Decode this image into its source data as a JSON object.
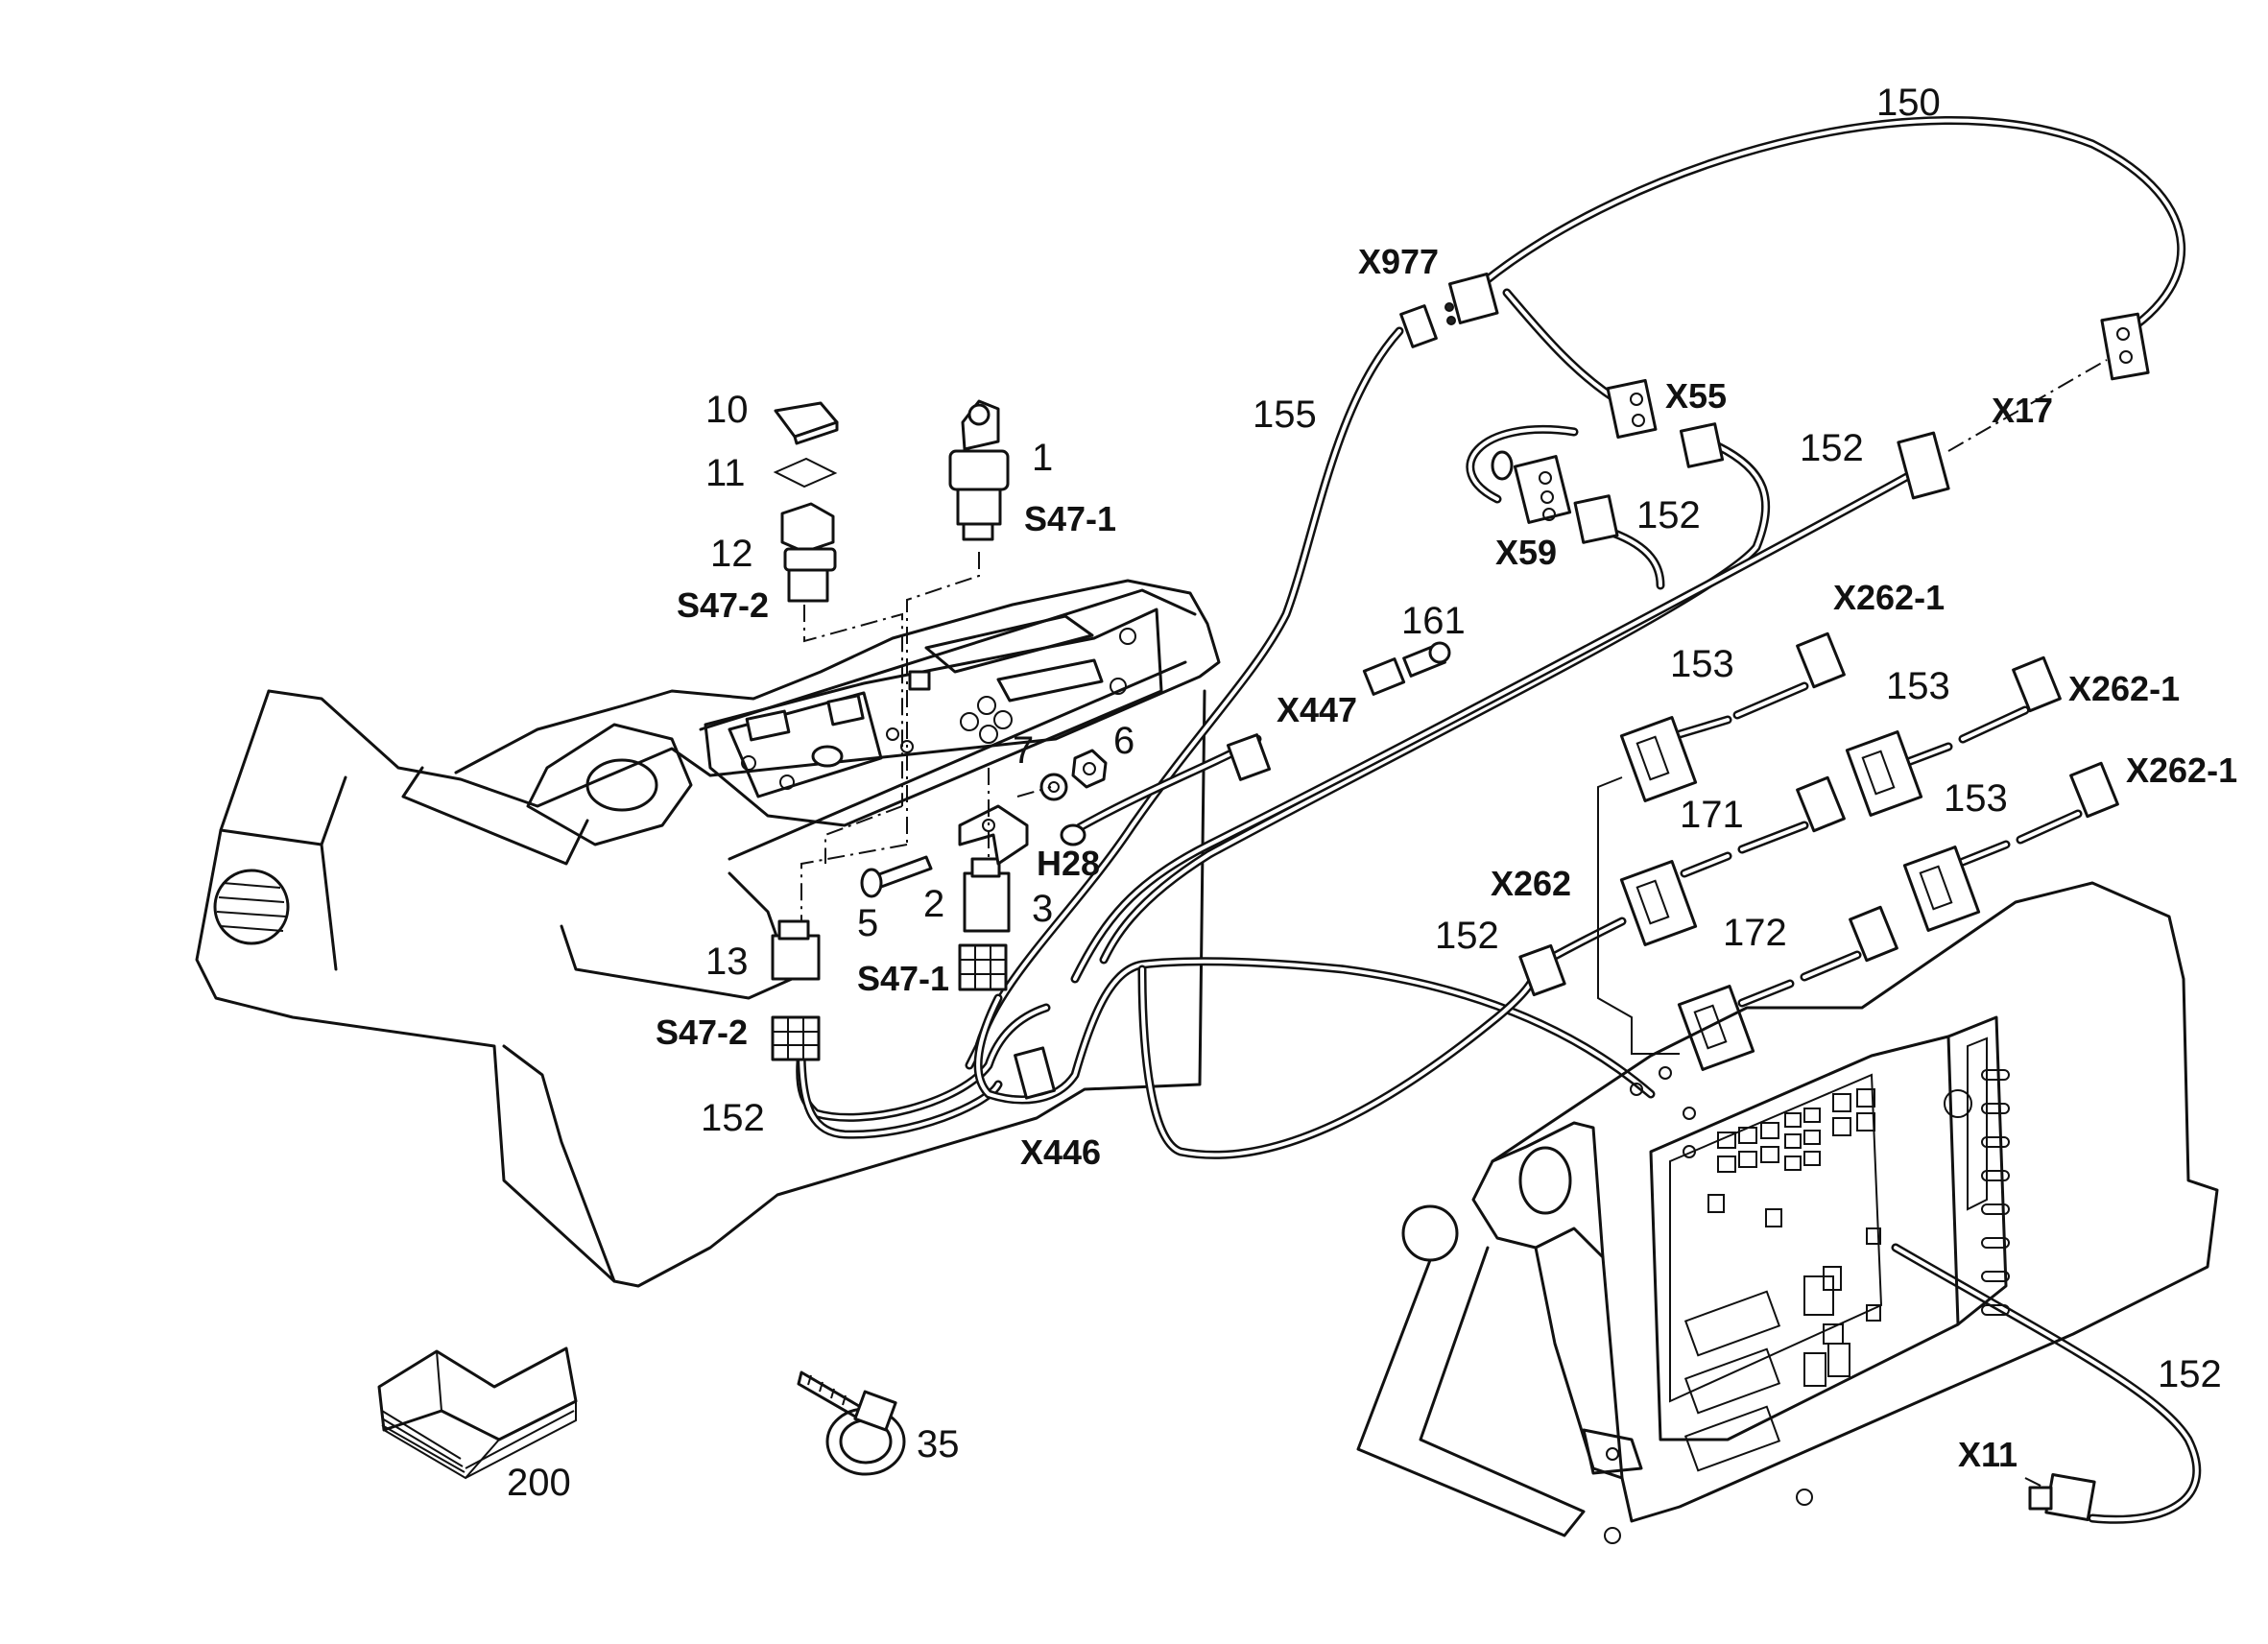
{
  "labels": {
    "n150": "150",
    "x977": "X977",
    "x55": "X55",
    "x17": "X17",
    "n155": "155",
    "n152_a": "152",
    "n152_b": "152",
    "x59": "X59",
    "n10": "10",
    "n11": "11",
    "n12": "12",
    "n1": "1",
    "s47_1_top": "S47-1",
    "s47_2_top": "S47-2",
    "n161": "161",
    "x447": "X447",
    "x262_1_a": "X262-1",
    "x262_1_b": "X262-1",
    "x262_1_c": "X262-1",
    "n153_a": "153",
    "n153_b": "153",
    "n153_c": "153",
    "n171": "171",
    "n172": "172",
    "x262": "X262",
    "n152_c": "152",
    "n7": "7",
    "n6": "6",
    "h28": "H28",
    "n5": "5",
    "n2": "2",
    "n3": "3",
    "n13": "13",
    "s47_1_bot": "S47-1",
    "s47_2_bot": "S47-2",
    "n152_d": "152",
    "x446": "X446",
    "n152_e": "152",
    "x11": "X11",
    "n200": "200",
    "n35": "35"
  }
}
